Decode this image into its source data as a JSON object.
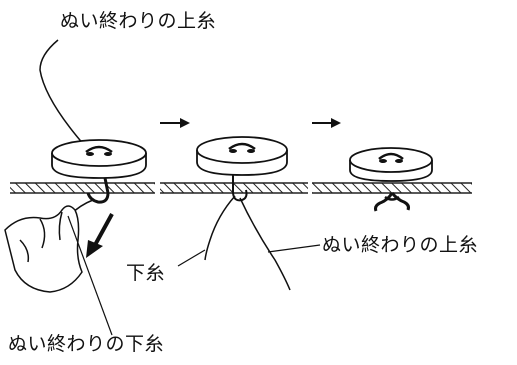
{
  "labels": {
    "top_upper_thread": "ぬい終わりの上糸",
    "right_upper_thread": "ぬい終わりの上糸",
    "lower_thread": "下糸",
    "bottom_lower_thread": "ぬい終わりの下糸"
  },
  "arrows": {
    "step_arrow_1": "→",
    "step_arrow_2": "→"
  }
}
